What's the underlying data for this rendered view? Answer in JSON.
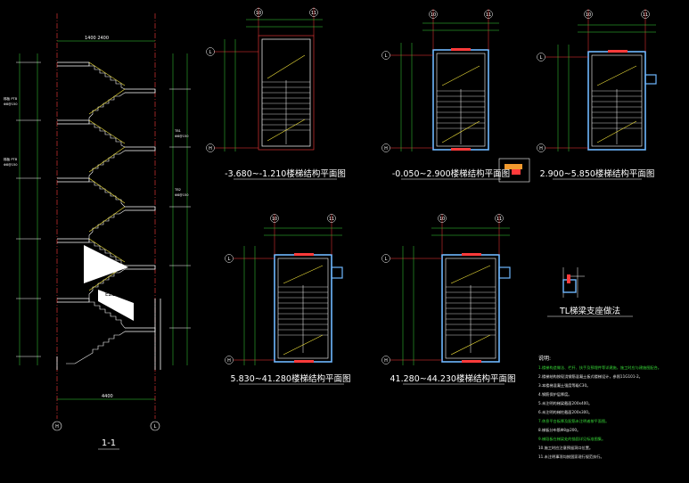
{
  "drawing": {
    "section_title": "1-1",
    "section_axes": [
      "H",
      "L"
    ],
    "plans": [
      {
        "title": "-3.680~-1.210楼梯结构平面图",
        "axis_top": [
          "10",
          "11"
        ],
        "axis_side": [
          "L",
          "H"
        ]
      },
      {
        "title": "-0.050~2.900楼梯结构平面图",
        "axis_top": [
          "10",
          "11"
        ],
        "axis_side": [
          "L",
          "H"
        ]
      },
      {
        "title": "2.900~5.850楼梯结构平面图",
        "axis_top": [
          "10",
          "11"
        ],
        "axis_side": [
          "L",
          "H"
        ]
      },
      {
        "title": "5.830~41.280楼梯结构平面图",
        "axis_top": [
          "10",
          "11"
        ],
        "axis_side": [
          "L",
          "H"
        ]
      },
      {
        "title": "41.280~44.230楼梯结构平面图",
        "axis_top": [
          "10",
          "11"
        ],
        "axis_side": [
          "L",
          "H"
        ]
      }
    ],
    "detail_title": "TL梯梁支座做法",
    "notes_title": "说明:",
    "notes": [
      "1.楼梯构造做法、栏杆、扶手及预埋件等详建施，施工时应与建施图配合。",
      "2.楼梯结构按现浇钢筋混凝土板式楼梯设计，参照11G101-2。",
      "3.本楼梯混凝土强度等级C30。",
      "4.钢筋保护层厚度。",
      "5.未注明的梯梁截面200x400。",
      "6.未注明的梯柱截面200x300。",
      "7.休息平台板厚及配筋未注明者按平面图。",
      "8.梯板分布筋Φ8@200。",
      "9.梯段板在梯梁处的锚固详见标准图集。",
      "10.施工时应注意预留洞口位置。",
      "11.未注明事项均按国家现行规范执行。"
    ]
  }
}
